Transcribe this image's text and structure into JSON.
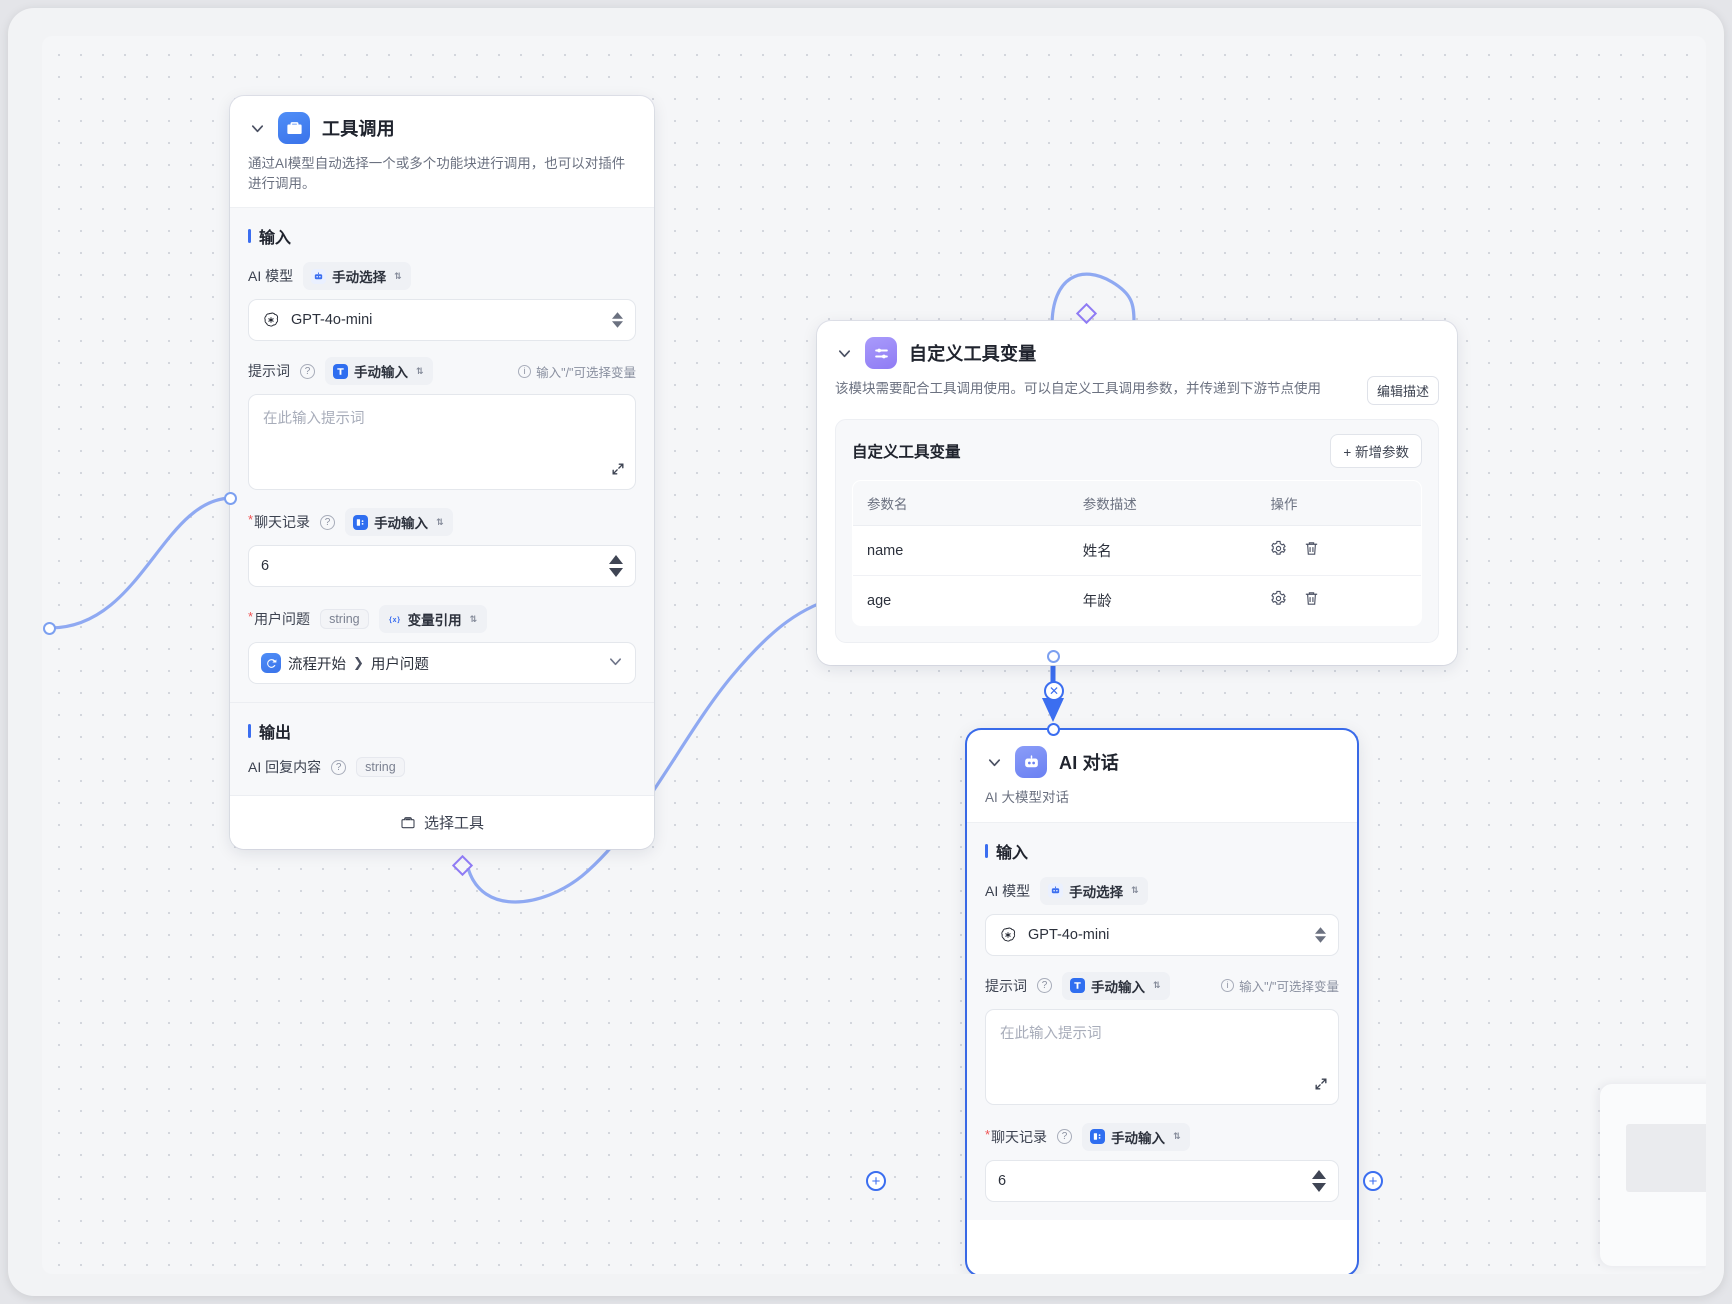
{
  "canvas": {
    "name": "workflow-canvas"
  },
  "nodes": {
    "tool_call": {
      "title": "工具调用",
      "icon": "toolbox-icon",
      "description": "通过AI模型自动选择一个或多个功能块进行调用，也可以对插件进行调用。",
      "input_section": "输入",
      "output_section": "输出",
      "fields": {
        "model_label": "AI 模型",
        "model_mode": "手动选择",
        "model_value": "GPT-4o-mini",
        "prompt_label": "提示词",
        "prompt_mode": "手动输入",
        "prompt_hint": "输入\"/\"可选择变量",
        "prompt_placeholder": "在此输入提示词",
        "history_label": "聊天记录",
        "history_mode": "手动输入",
        "history_value": "6",
        "question_label": "用户问题",
        "question_type": "string",
        "question_mode": "变量引用",
        "question_ref_node": "流程开始",
        "question_ref_field": "用户问题"
      },
      "output": {
        "label": "AI 回复内容",
        "type": "string"
      },
      "footer": "选择工具"
    },
    "tool_var": {
      "title": "自定义工具变量",
      "icon": "sliders-icon",
      "description": "该模块需要配合工具调用使用。可以自定义工具调用参数，并传递到下游节点使用",
      "edit_desc_button": "编辑描述",
      "panel_title": "自定义工具变量",
      "add_button": "+ 新增参数",
      "table": {
        "headers": [
          "参数名",
          "参数描述",
          "操作"
        ],
        "rows": [
          {
            "name": "name",
            "desc": "姓名",
            "actions": [
              "gear-icon",
              "trash-icon"
            ]
          },
          {
            "name": "age",
            "desc": "年龄",
            "actions": [
              "gear-icon",
              "trash-icon"
            ]
          }
        ]
      }
    },
    "ai_chat": {
      "title": "AI 对话",
      "icon": "robot-icon",
      "description": "AI 大模型对话",
      "input_section": "输入",
      "fields": {
        "model_label": "AI 模型",
        "model_mode": "手动选择",
        "model_value": "GPT-4o-mini",
        "prompt_label": "提示词",
        "prompt_mode": "手动输入",
        "prompt_hint": "输入\"/\"可选择变量",
        "prompt_placeholder": "在此输入提示词",
        "history_label": "聊天记录",
        "history_mode": "手动输入",
        "history_value": "6"
      }
    }
  },
  "edge_controls": {
    "delete_label": "✕",
    "add_label": "+"
  },
  "colors": {
    "accent": "#3b6ef0",
    "edge": "#8fa9f2",
    "diamond": "#8f7bf4",
    "required": "#f05252",
    "canvas_bg": "#f5f6f8"
  }
}
